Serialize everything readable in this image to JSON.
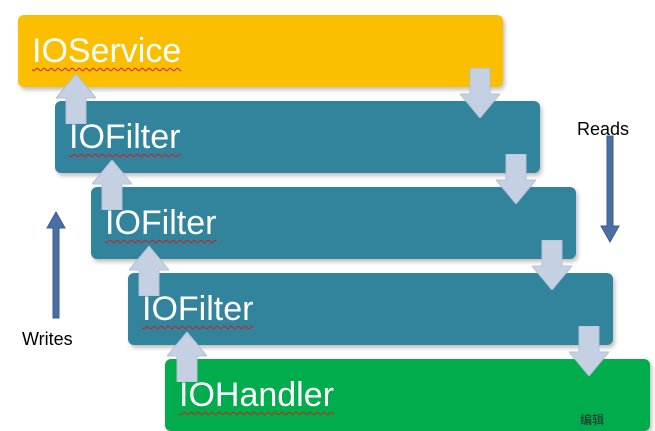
{
  "layers": [
    {
      "label": "IOService",
      "color": "#fbbf00"
    },
    {
      "label": "IOFilter",
      "color": "#31849b"
    },
    {
      "label": "IOFilter",
      "color": "#31849b"
    },
    {
      "label": "IOFilter",
      "color": "#31849b"
    },
    {
      "label": "IOHandler",
      "color": "#00ac4c"
    }
  ],
  "reads_label": "Reads",
  "writes_label": "Writes",
  "arrow_fill_color": "#c6d0e3",
  "side_arrow_color": "#4a6fa5",
  "footer_glyph": "编辑"
}
